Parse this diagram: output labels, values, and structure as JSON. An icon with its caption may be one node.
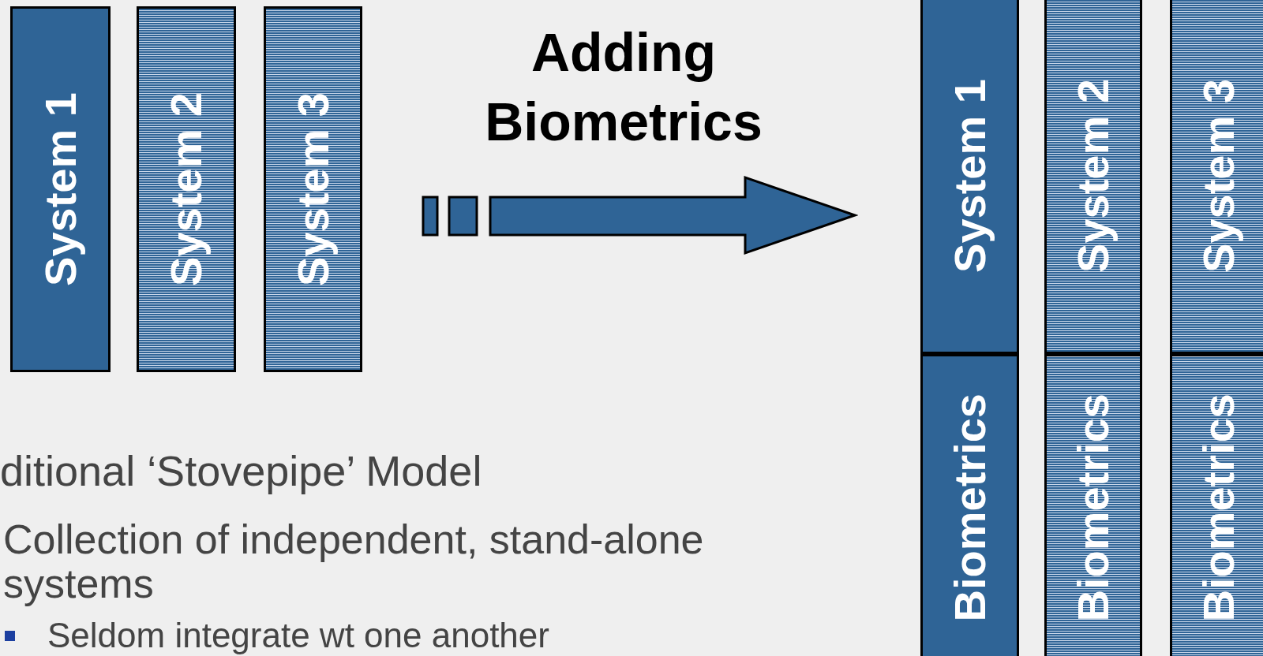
{
  "diagram": {
    "nodes": [
      {
        "text": [
          "System 1"
        ]
      },
      {
        "text": [
          "System 2"
        ]
      },
      {
        "text": [
          "System 3"
        ]
      },
      {
        "text": [
          "System 1"
        ]
      },
      {
        "text": [
          "Biometrics"
        ]
      },
      {
        "text": [
          "System 2"
        ]
      },
      {
        "text": [
          "Biometrics"
        ]
      },
      {
        "text": [
          "System 3"
        ]
      },
      {
        "text": [
          "Biometrics"
        ]
      }
    ],
    "edges": [],
    "labels": [
      "Adding Biometrics",
      "ditional ‘Stovepipe’ Model",
      "Collection of independent, stand-alone systems",
      "Seldom integrate wt one another"
    ]
  }
}
